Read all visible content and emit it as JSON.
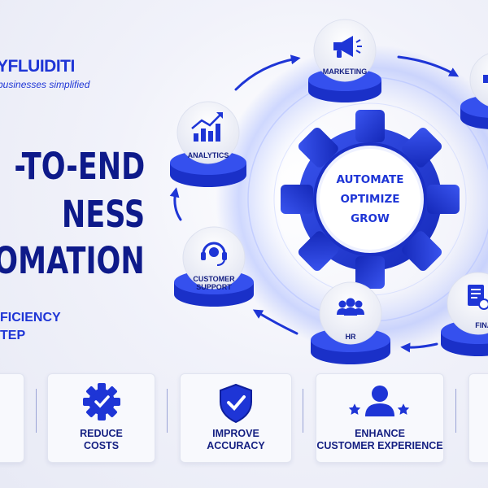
{
  "brand": {
    "name": "YFLUIDITI",
    "tagline": "businesses simplified"
  },
  "headline": {
    "line1": "-TO-END",
    "line2": "NESS",
    "line3": "OMATION"
  },
  "subline": {
    "line1": "FICIENCY",
    "line2": "TEP"
  },
  "gear": {
    "line1": "AUTOMATE",
    "line2": "OPTIMIZE",
    "line3": "GROW"
  },
  "nodes": [
    {
      "id": "marketing",
      "label": "MARKETING",
      "icon": "megaphone-icon"
    },
    {
      "id": "analytics",
      "label": "ANALYTICS",
      "icon": "bar-chart-icon"
    },
    {
      "id": "customer-support",
      "label_line1": "CUSTOMER",
      "label_line2": "SUPPORT",
      "icon": "headset-icon"
    },
    {
      "id": "hr",
      "label": "HR",
      "icon": "team-icon"
    },
    {
      "id": "finance",
      "label": "FINAN",
      "icon": "invoice-icon"
    }
  ],
  "cards": [
    {
      "id": "reduce-costs",
      "line1": "REDUCE",
      "line2": "COSTS",
      "icon": "gear-check-icon"
    },
    {
      "id": "improve-accuracy",
      "line1": "IMPROVE",
      "line2": "ACCURACY",
      "icon": "shield-check-icon"
    },
    {
      "id": "enhance-cx",
      "line1": "ENHANCE",
      "line2": "CUSTOMER EXPERIENCE",
      "icon": "customer-stars-icon"
    }
  ],
  "colors": {
    "primary": "#1e35d6",
    "dark": "#0e1a8a",
    "light_bg": "#eef0f8"
  }
}
